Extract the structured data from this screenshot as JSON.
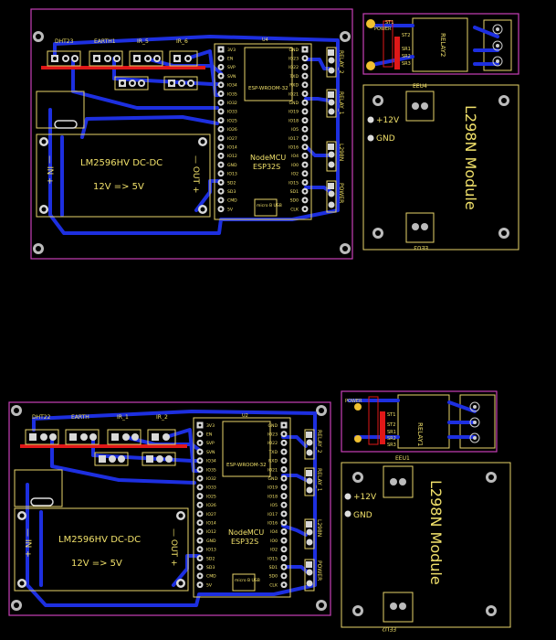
{
  "boards": [
    {
      "headers": [
        "DHT23",
        "EARTH1",
        "IR_5",
        "IR_6"
      ],
      "mcu_label": "U4",
      "module_name": "ESP-WROOM-32",
      "nodemcu": "NodeMCU",
      "esp": "ESP32S",
      "usb": "micro B USB",
      "regulator": "LM2596HV DC-DC",
      "voltage": "12V => 5V",
      "in_label": "— IN +",
      "out_label": "— OUT +",
      "side_labels": [
        "RELAY_2",
        "RELAY_1",
        "L298N",
        "POWER"
      ],
      "left_pins": [
        "3V3",
        "EN",
        "SVP",
        "SVN",
        "IO34",
        "IO35",
        "IO32",
        "IO33",
        "IO25",
        "IO26",
        "IO27",
        "IO14",
        "IO12",
        "GND",
        "IO13",
        "SD2",
        "SD3",
        "CMD",
        "5V"
      ],
      "right_pins": [
        "GND",
        "IO23",
        "IO22",
        "TXD",
        "RXD",
        "IO21",
        "GND",
        "IO19",
        "IO18",
        "IO5",
        "IO17",
        "IO16",
        "IO4",
        "IO0",
        "IO2",
        "IO15",
        "SD1",
        "SD0",
        "CLK"
      ],
      "relay_title": "RELAY2",
      "relay_pins": [
        "ST1",
        "POWER",
        "ST2",
        "SR1",
        "SR2",
        "SR3"
      ],
      "l298n_title": "L298N Module",
      "eeu_top": "EEU4",
      "eeu_bottom": "EEU3",
      "plus12": "+12V",
      "gnd": "GND"
    },
    {
      "headers": [
        "DHT22",
        "EARTH",
        "IR_1",
        "IR_2"
      ],
      "mcu_label": "U2",
      "module_name": "ESP-WROOM-32",
      "nodemcu": "NodeMCU",
      "esp": "ESP32S",
      "usb": "micro B USB",
      "regulator": "LM2596HV DC-DC",
      "voltage": "12V => 5V",
      "in_label": "— IN +",
      "out_label": "— OUT +",
      "side_labels": [
        "RELAY_2",
        "RELAY_1",
        "L298N",
        "POWER"
      ],
      "left_pins": [
        "3V3",
        "EN",
        "SVP",
        "SVN",
        "IO34",
        "IO35",
        "IO32",
        "IO33",
        "IO25",
        "IO26",
        "IO27",
        "IO14",
        "IO12",
        "GND",
        "IO13",
        "SD2",
        "SD3",
        "CMD",
        "5V"
      ],
      "right_pins": [
        "GND",
        "IO23",
        "IO22",
        "TXD",
        "RXD",
        "IO21",
        "GND",
        "IO19",
        "IO18",
        "IO5",
        "IO17",
        "IO16",
        "IO4",
        "IO0",
        "IO2",
        "IO15",
        "SD1",
        "SD0",
        "CLK"
      ],
      "relay_title": "RELAY1",
      "relay_pins": [
        "ST1",
        "POWER",
        "ST2",
        "SR1",
        "SR2",
        "SR3"
      ],
      "l298n_title": "L298N Module",
      "eeu_top": "EEU1",
      "eeu_bottom": "EEU2",
      "plus12": "+12V",
      "gnd": "GND"
    }
  ]
}
